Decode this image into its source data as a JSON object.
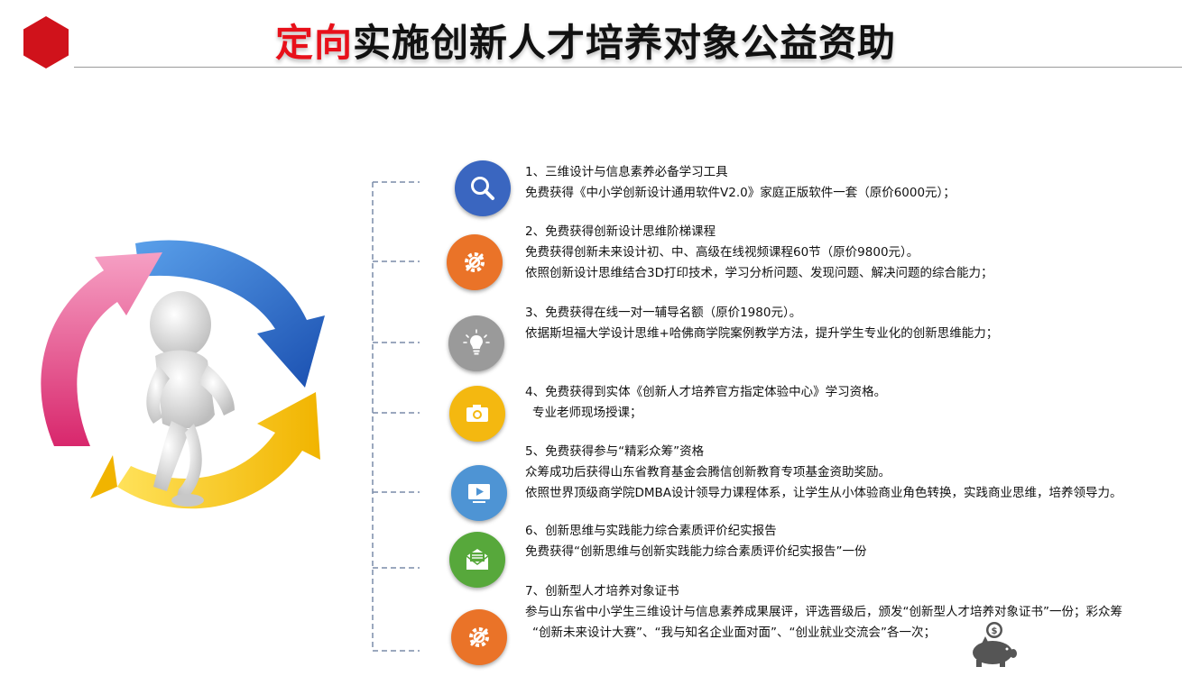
{
  "header": {
    "title_highlight": "定向",
    "title_rest": "实施创新人才培养对象公益资助"
  },
  "colors": {
    "accent_red": "#e8101a",
    "hexagon": "#d0121b",
    "blue": "#3a66c0",
    "orange": "#ea7328",
    "gray": "#9a9a9a",
    "yellow": "#f4b810",
    "lightblue": "#4e94d4",
    "green": "#57a83b"
  },
  "items": [
    {
      "icon": "magnifier-icon",
      "lines": [
        "1、三维设计与信息素养必备学习工具",
        "免费获得《中小学创新设计通用软件V2.0》家庭正版软件一套（原价6000元）；"
      ]
    },
    {
      "icon": "gear-wrench-icon",
      "lines": [
        "2、免费获得创新设计思维阶梯课程",
        "免费获得创新未来设计初、中、高级在线视频课程60节（原价9800元）。",
        "依照创新设计思维结合3D打印技术，学习分析问题、发现问题、解决问题的综合能力；"
      ]
    },
    {
      "icon": "lightbulb-icon",
      "lines": [
        "3、免费获得在线一对一辅导名额（原价1980元）。",
        "依据斯坦福大学设计思维+哈佛商学院案例教学方法，提升学生专业化的创新思维能力；"
      ]
    },
    {
      "icon": "camera-icon",
      "lines": [
        "4、免费获得到实体《创新人才培养官方指定体验中心》学习资格。",
        "专业老师现场授课；"
      ]
    },
    {
      "icon": "video-monitor-icon",
      "lines": [
        "5、免费获得参与“精彩众筹”资格",
        "众筹成功后获得山东省教育基金会腾信创新教育专项基金资助奖励。",
        "依照世界顶级商学院DMBA设计领导力课程体系，让学生从小体验商业角色转换，实践商业思维，培养领导力。"
      ]
    },
    {
      "icon": "envelope-icon",
      "lines": [
        "6、创新思维与实践能力综合素质评价纪实报告",
        "免费获得“创新思维与创新实践能力综合素质评价纪实报告”一份"
      ]
    },
    {
      "icon": "gear-wrench-icon",
      "lines": [
        "7、创新型人才培养对象证书",
        "参与山东省中小学生三维设计与信息素养成果展评，评选晋级后，颁发“创新型人才培养对象证书”一份；彩众筹",
        "“创新未来设计大赛”、“我与知名企业面对面”、“创业就业交流会”各一次；"
      ]
    }
  ]
}
